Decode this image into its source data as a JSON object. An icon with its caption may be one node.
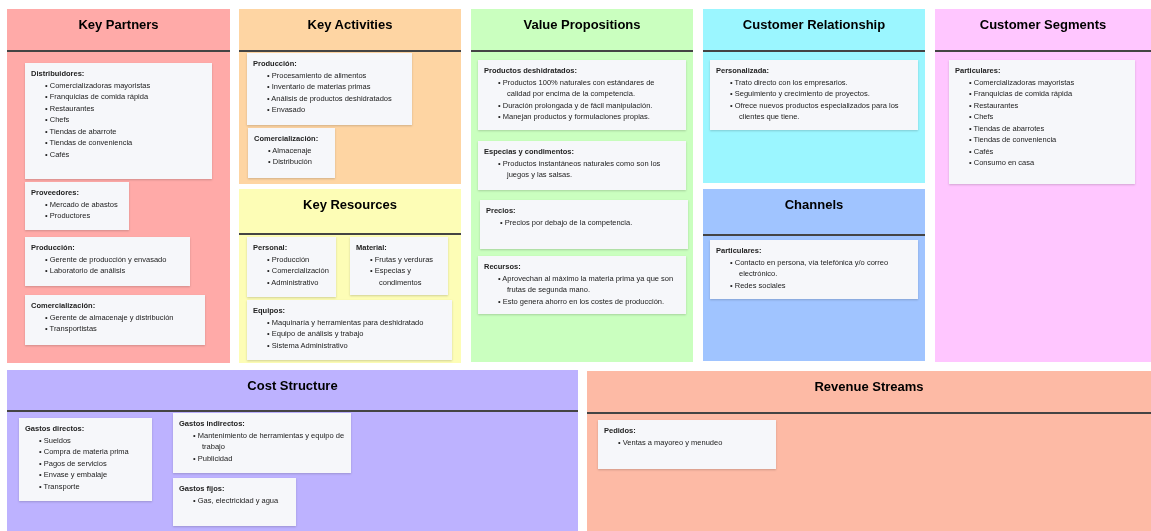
{
  "diagram": {
    "nodes": [
      {
        "text": [
          "Key Partners"
        ]
      },
      {
        "text": [
          "Distribuidores:",
          "• Comercializadoras mayoristas",
          "• Franquicias de comida rápida",
          "• Restaurantes",
          "• Chefs",
          "• Tiendas de abarrote",
          "• Tiendas de conveniencia",
          "• Cafés"
        ],
        "in": 0
      },
      {
        "text": [
          "Proveedores:",
          "• Mercado de abastos",
          "• Productores"
        ],
        "in": 0
      },
      {
        "text": [
          "Producción:",
          "• Gerente de producción y envasado",
          "• Laboratorio de análisis"
        ],
        "in": 0
      },
      {
        "text": [
          "Comercialización:",
          "• Gerente de almacenaje y distribución",
          "• Transportistas"
        ],
        "in": 0
      },
      {
        "text": [
          "Key Activities"
        ]
      },
      {
        "text": [
          "Producción:",
          "• Procesamiento de alimentos",
          "• Inventario de materias primas",
          "• Análisis de productos deshidratados",
          "• Envasado"
        ],
        "in": 5
      },
      {
        "text": [
          "Comercialización:",
          "• Almacenaje",
          "• Distribución"
        ],
        "in": 5
      },
      {
        "text": [
          "Key Resources"
        ]
      },
      {
        "text": [
          "Personal:",
          "• Producción",
          "• Comercialización",
          "• Administrativo"
        ],
        "in": 8
      },
      {
        "text": [
          "Material:",
          "• Frutas y verduras",
          "• Especias y condimentos"
        ],
        "in": 8
      },
      {
        "text": [
          "Equipos:",
          "• Maquinaría y herramientas para deshidratado",
          "• Equipo de análisis y trabajo",
          "• Sistema Administrativo"
        ],
        "in": 8
      },
      {
        "text": [
          "Value Propositions"
        ]
      },
      {
        "text": [
          "Productos deshidratados:",
          "• Productos 100% naturales con estándares de calidad por encima de la competencia.",
          "• Duración prolongada y de fácil manipulación.",
          "• Manejan productos y formulaciones propias."
        ],
        "in": 12
      },
      {
        "text": [
          "Especias y condimentos:",
          "• Productos instantáneos naturales como son los juegos y las salsas."
        ],
        "in": 12
      },
      {
        "text": [
          "Precios:",
          "• Precios por debajo de la competencia."
        ],
        "in": 12
      },
      {
        "text": [
          "Recursos:",
          "• Aprovechan al máximo la materia prima ya que son frutas de segunda mano.",
          "• Esto genera ahorro en los costes de producción."
        ],
        "in": 12
      },
      {
        "text": [
          "Customer Relationship"
        ]
      },
      {
        "text": [
          "Personalizada:",
          "• Trato directo con los empresarios.",
          "• Seguimiento y crecimiento de proyectos.",
          "• Ofrece nuevos productos especializados para los clientes que tiene."
        ],
        "in": 17
      },
      {
        "text": [
          "Channels"
        ]
      },
      {
        "text": [
          "Particulares:",
          "• Contacto en persona, vía telefónica y/o correo electrónico.",
          "• Redes sociales"
        ],
        "in": 19
      },
      {
        "text": [
          "Customer Segments"
        ]
      },
      {
        "text": [
          "Particulares:",
          "• Comercializadoras mayoristas",
          "• Franquicias de comida rápida",
          "• Restaurantes",
          "• Chefs",
          "• Tiendas de abarrotes",
          "• Tiendas de conveniencia",
          "• Cafés",
          "• Consumo en casa"
        ],
        "in": 21
      },
      {
        "text": [
          "Cost Structure"
        ]
      },
      {
        "text": [
          "Gastos directos:",
          "• Sueldos",
          "• Compra de materia prima",
          "• Pagos de servicios",
          "• Envase y embalaje",
          "• Transporte"
        ],
        "in": 23
      },
      {
        "text": [
          "Gastos indirectos:",
          "• Mantenimiento de herramientas y equipo de trabajo",
          "• Publicidad"
        ],
        "in": 23
      },
      {
        "text": [
          "Gastos fijos:",
          "• Gas, electricidad y agua"
        ],
        "in": 23
      },
      {
        "text": [
          "Revenue Streams"
        ]
      },
      {
        "text": [
          "Pedidos:",
          "• Ventas a mayoreo y menudeo"
        ],
        "in": 27
      }
    ]
  }
}
